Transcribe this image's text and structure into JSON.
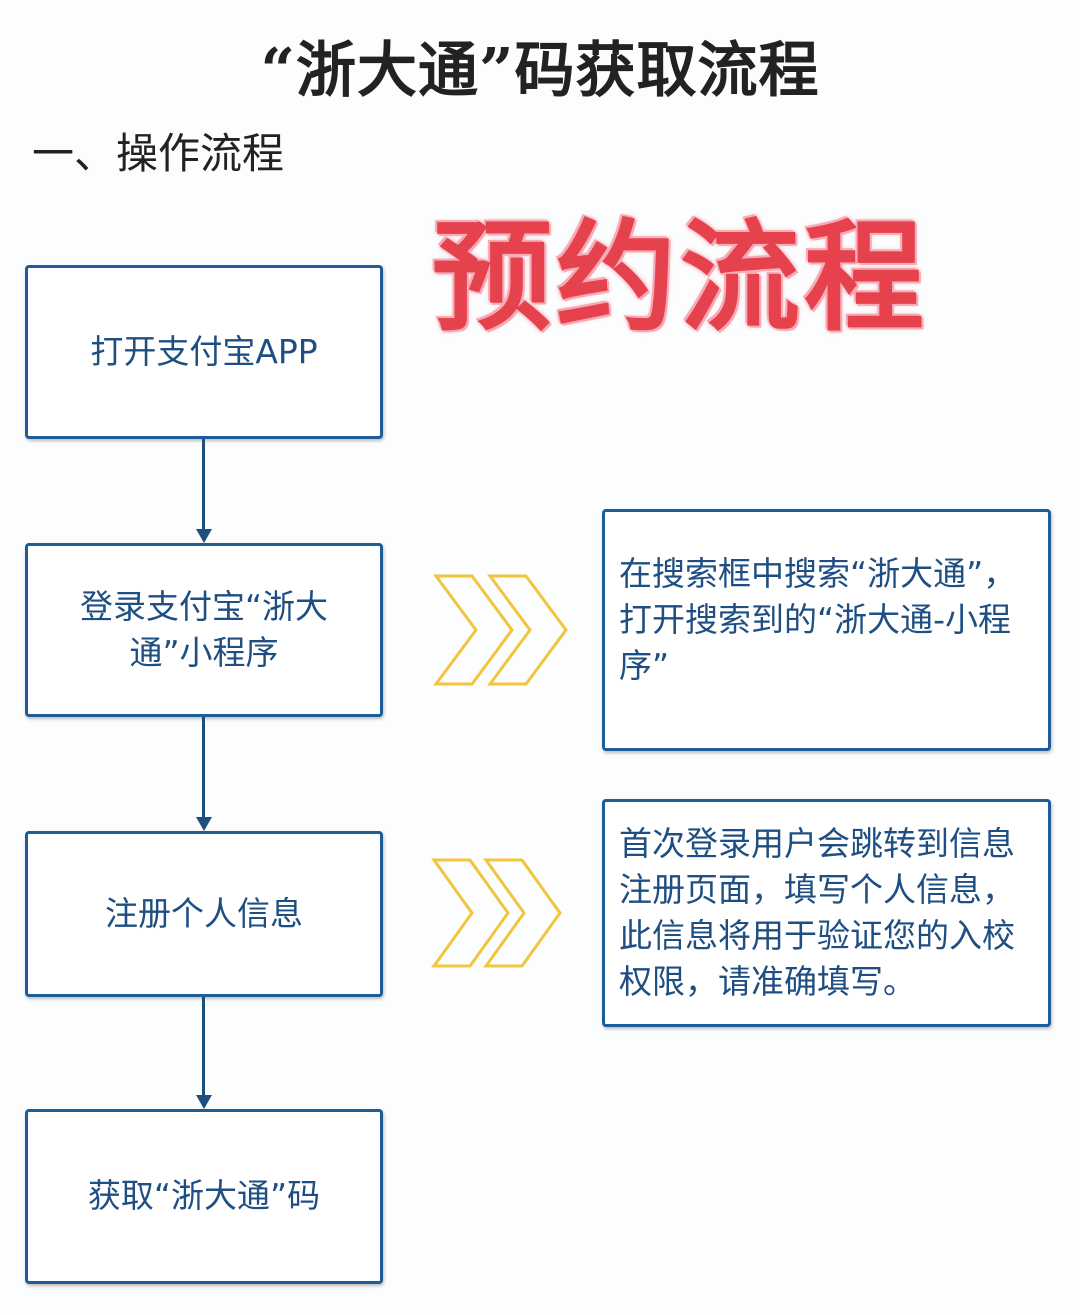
{
  "title": "“浙大通”码获取流程",
  "section_heading": "一、操作流程",
  "stamp_text": "预约流程",
  "steps": [
    {
      "label": "打开支付宝APP"
    },
    {
      "label": "登录支付宝“浙大通”小程序"
    },
    {
      "label": "注册个人信息"
    },
    {
      "label": "获取“浙大通”码"
    }
  ],
  "notes": [
    {
      "text": "在搜索框中搜索“浙大通”，打开搜索到的“浙大通-小程序”"
    },
    {
      "text": "首次登录用户会跳转到信息注册页面，填写个人信息，此信息将用于验证您的入校权限，请准确填写。"
    }
  ],
  "colors": {
    "box_border": "#1e5d97",
    "text": "#1f4f82",
    "stamp": "#e5424d",
    "chevron": "#f2c53d"
  }
}
